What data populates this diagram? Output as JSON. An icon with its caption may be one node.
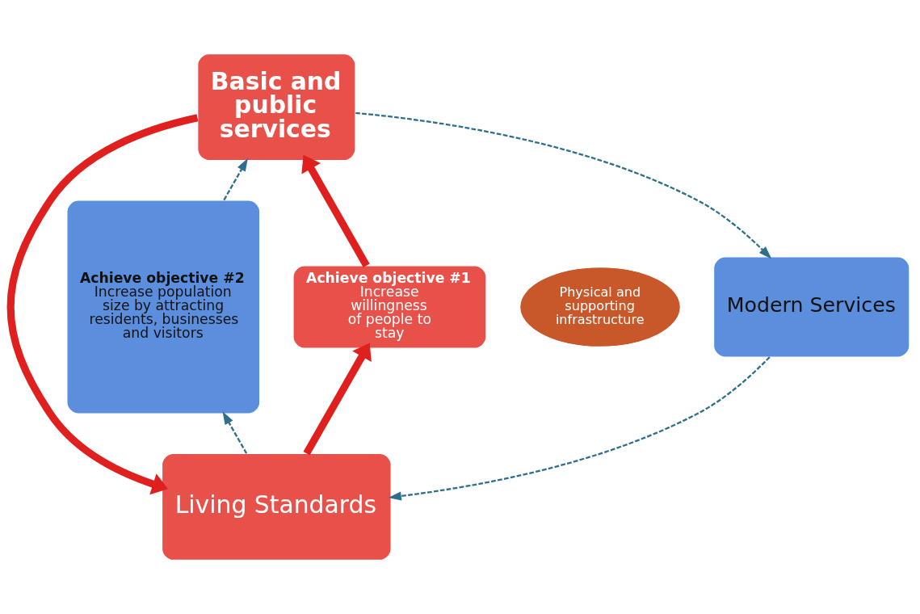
{
  "diagram": {
    "nodes": [
      {
        "text": [
          "Basic and public services"
        ]
      },
      {
        "text": [
          "Achieve objective #2",
          "Increase population size by attracting residents, businesses and visitors"
        ]
      },
      {
        "text": [
          "Achieve objective #1",
          "Increase willingness of people to stay"
        ]
      },
      {
        "text": [
          "Physical and supporting infrastructure"
        ]
      },
      {
        "text": [
          "Modern Services"
        ]
      },
      {
        "text": [
          "Living Standards"
        ]
      }
    ],
    "edges": [
      {
        "from": 1,
        "to": 0,
        "arrow": "to",
        "style": "dashed"
      },
      {
        "from": 0,
        "to": 4,
        "arrow": "to",
        "style": "dashed"
      },
      {
        "from": 4,
        "to": 5,
        "arrow": "to",
        "style": "dashed"
      },
      {
        "from": 5,
        "to": 1,
        "arrow": "to",
        "style": "dashed"
      },
      {
        "from": 2,
        "to": 0,
        "arrow": "to",
        "style": "thick",
        "color": "#e0201e"
      },
      {
        "from": 0,
        "to": 5,
        "arrow": "to",
        "style": "thick",
        "color": "#e0201e"
      },
      {
        "from": 5,
        "to": 2,
        "arrow": "to",
        "style": "thick",
        "color": "#e0201e"
      }
    ]
  }
}
